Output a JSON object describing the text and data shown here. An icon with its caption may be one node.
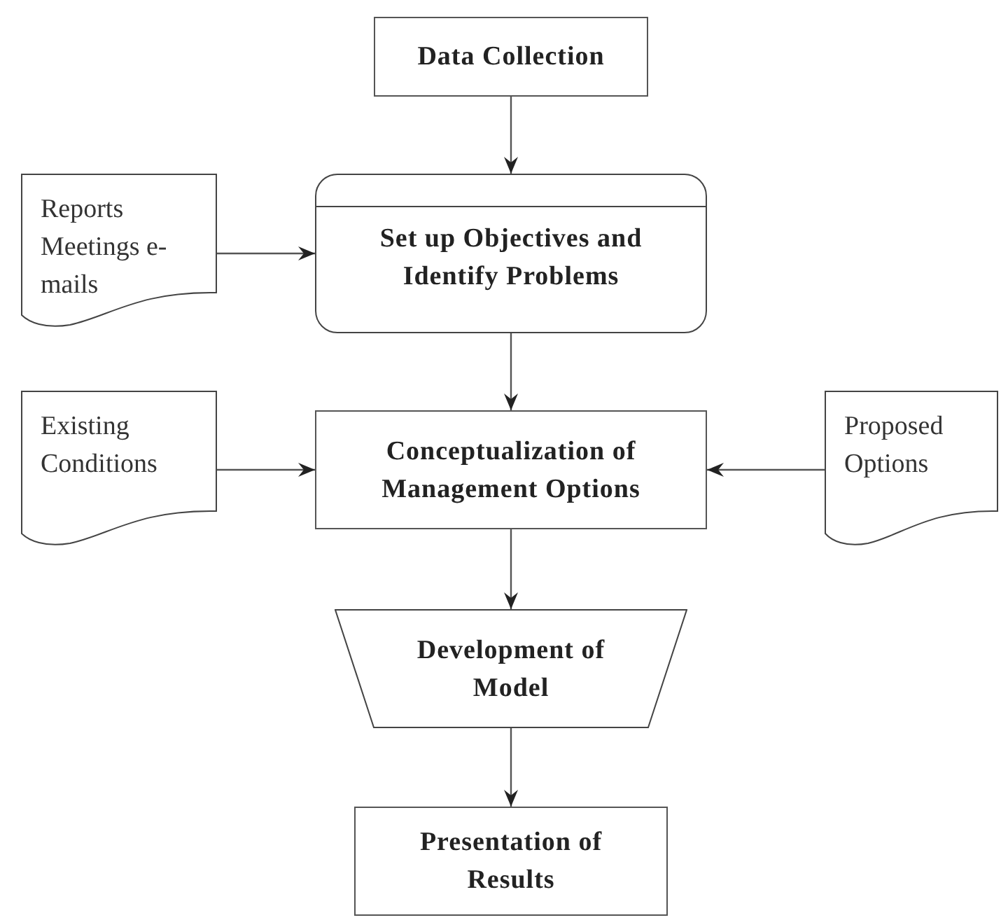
{
  "diagram": {
    "nodes": [
      {
        "text": [
          "Data Collection"
        ]
      },
      {
        "text": [
          "Reports Meetings e-mails"
        ]
      },
      {
        "text": [
          "Set up Objectives and Identify Problems"
        ]
      },
      {
        "text": [
          "Existing Conditions"
        ]
      },
      {
        "text": [
          "Conceptualization of Management Options"
        ]
      },
      {
        "text": [
          "Proposed Options"
        ]
      },
      {
        "text": [
          "Development of Model"
        ]
      },
      {
        "text": [
          "Presentation of Results"
        ]
      }
    ],
    "edges": [
      {
        "from": 0,
        "to": 2,
        "arrow": "to"
      },
      {
        "from": 1,
        "to": 2,
        "arrow": "to"
      },
      {
        "from": 2,
        "to": 4,
        "arrow": "to"
      },
      {
        "from": 3,
        "to": 4,
        "arrow": "to"
      },
      {
        "from": 5,
        "to": 4,
        "arrow": "to"
      },
      {
        "from": 4,
        "to": 6,
        "arrow": "to"
      },
      {
        "from": 6,
        "to": 7,
        "arrow": "to"
      }
    ]
  }
}
